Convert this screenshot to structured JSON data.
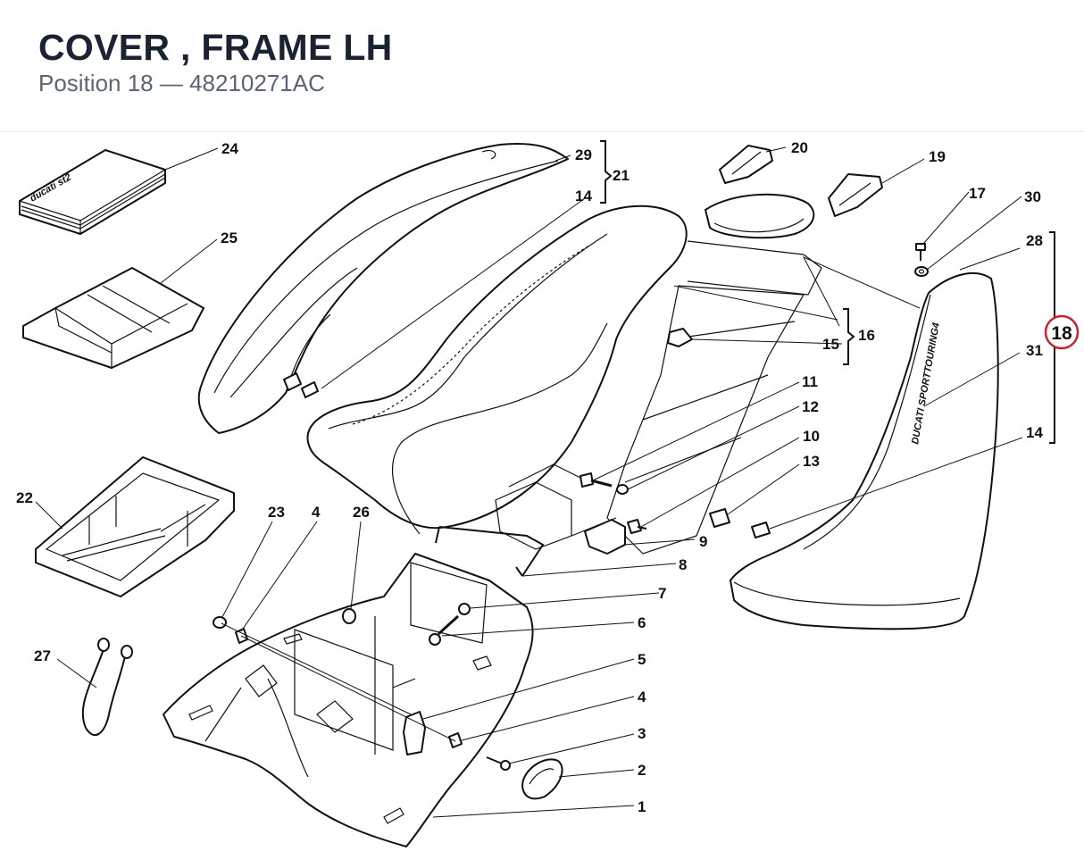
{
  "header": {
    "title": "COVER , FRAME LH",
    "subtitle": "Position 18 — 48210271AC"
  },
  "diagram": {
    "highlight": {
      "label": "18",
      "color": "#c6252f"
    },
    "part_labels": {
      "p1": "1",
      "p2": "2",
      "p3": "3",
      "p4a": "4",
      "p4b": "4",
      "p5": "5",
      "p6": "6",
      "p7": "7",
      "p8": "8",
      "p9": "9",
      "p10": "10",
      "p11": "11",
      "p12": "12",
      "p13": "13",
      "p14a": "14",
      "p14b": "14",
      "p15": "15",
      "p16": "16",
      "p17": "17",
      "p19": "19",
      "p20": "20",
      "p21": "21",
      "p22": "22",
      "p23": "23",
      "p24": "24",
      "p25": "25",
      "p26": "26",
      "p27": "27",
      "p28": "28",
      "p29": "29",
      "p30": "30",
      "p31": "31"
    },
    "cover_lettering": "DUCATI SPORTTOURING4",
    "manual_lettering": "ducati st2"
  }
}
